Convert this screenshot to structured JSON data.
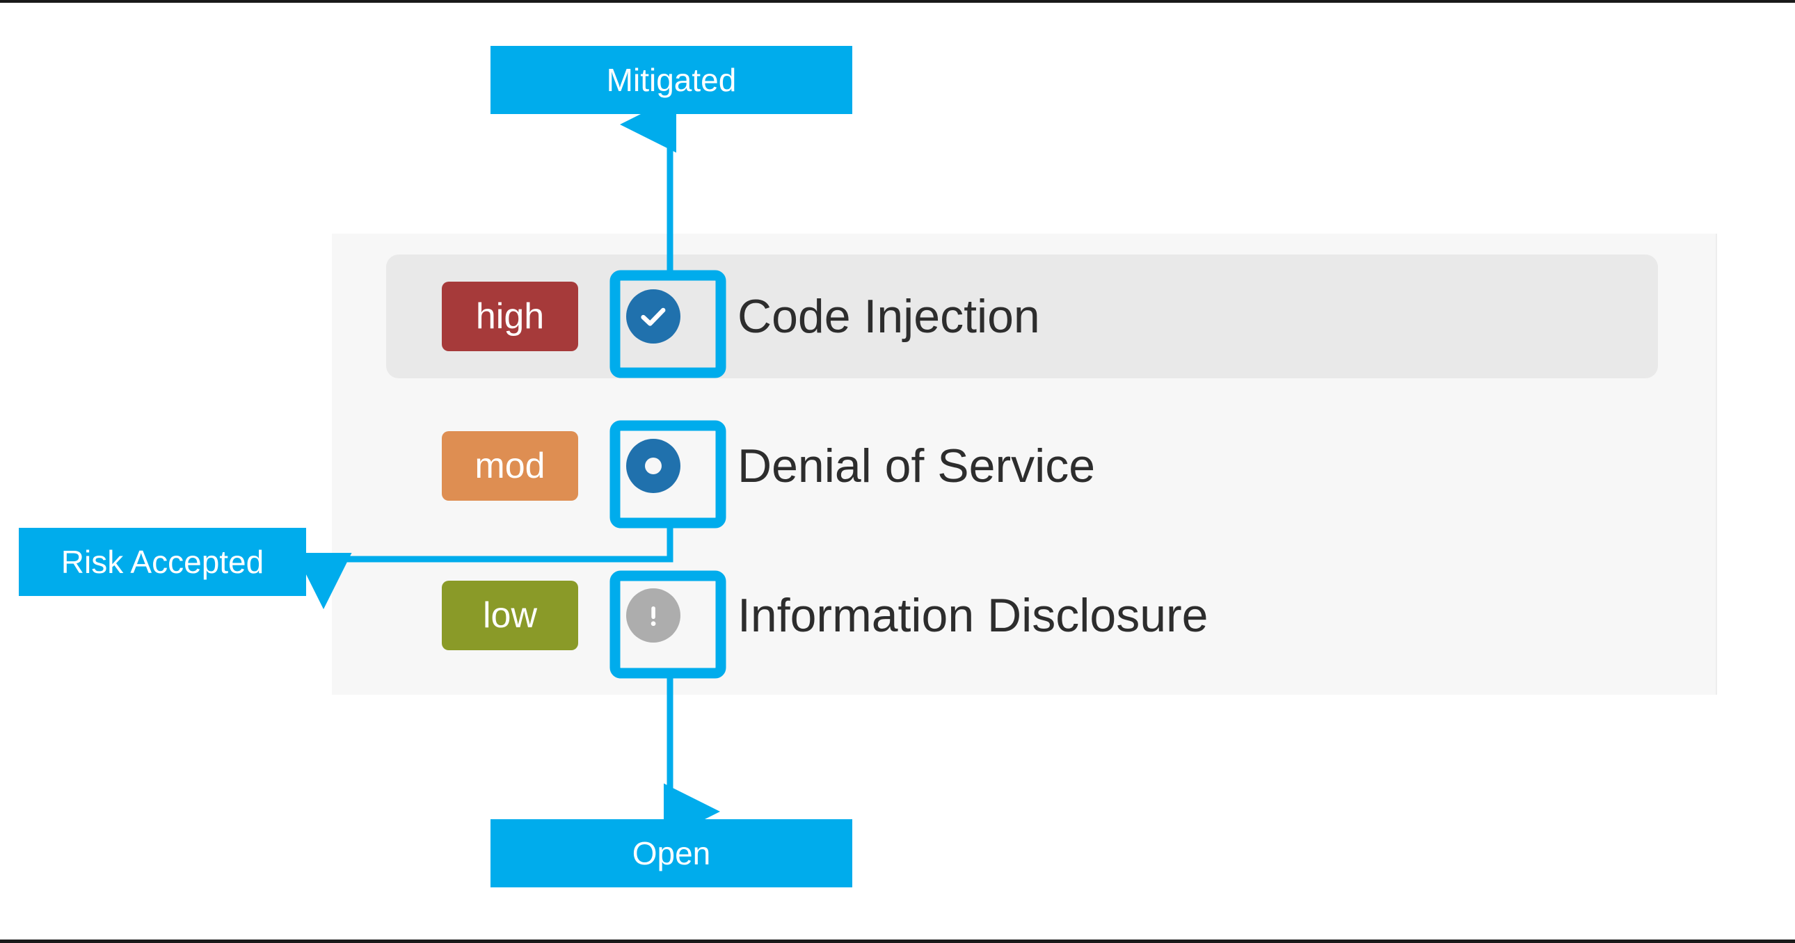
{
  "diagram": {
    "title_hidden": "",
    "accent_color": "#00ACEC",
    "panel_background": "#f7f7f7",
    "selected_row_background": "#e9e9e9"
  },
  "threat_list": {
    "rows": [
      {
        "severity": "high",
        "severity_color": "#A63A3A",
        "status_icon": "check-circle-icon",
        "status_name": "Mitigated",
        "status_color": "#2071AD",
        "title": "Code Injection",
        "selected": true
      },
      {
        "severity": "mod",
        "severity_color": "#DE8E52",
        "status_icon": "dot-circle-icon",
        "status_name": "Risk Accepted",
        "status_color": "#2071AD",
        "title": "Denial of Service",
        "selected": false
      },
      {
        "severity": "low",
        "severity_color": "#8A9A28",
        "status_icon": "exclamation-circle-icon",
        "status_name": "Open",
        "status_color": "#ADADAD",
        "title": "Information Disclosure",
        "selected": false
      }
    ]
  },
  "callouts": {
    "mitigated": "Mitigated",
    "risk_accepted": "Risk Accepted",
    "open": "Open"
  }
}
